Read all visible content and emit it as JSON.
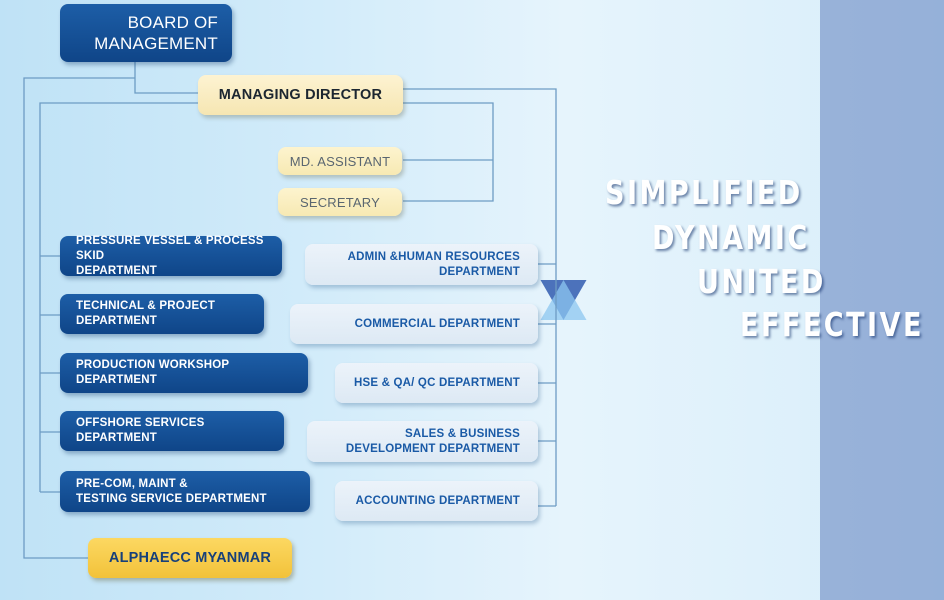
{
  "board": "BOARD OF\nMANAGEMENT",
  "managing_director": "MANAGING DIRECTOR",
  "assistants": [
    "MD. ASSISTANT",
    "SECRETARY"
  ],
  "left_departments": [
    "PRESSURE VESSEL & PROCESS SKID\nDEPARTMENT",
    "TECHNICAL & PROJECT\nDEPARTMENT",
    "PRODUCTION WORKSHOP DEPARTMENT",
    "OFFSHORE SERVICES DEPARTMENT",
    "PRE-COM, MAINT &\nTESTING SERVICE DEPARTMENT"
  ],
  "right_departments": [
    "ADMIN &HUMAN RESOURCES\nDEPARTMENT",
    "COMMERCIAL DEPARTMENT",
    "HSE & QA/ QC DEPARTMENT",
    "SALES & BUSINESS\nDEVELOPMENT  DEPARTMENT",
    "ACCOUNTING DEPARTMENT"
  ],
  "subsidiary": "ALPHAECC MYANMAR",
  "slogan": [
    "SIMPLIFIED",
    "DYNAMIC",
    "UNITED",
    "EFFECTIVE"
  ],
  "colors": {
    "dark_blue": "#0f4588",
    "light_box": "#e4eef7",
    "cream": "#f7e9b3",
    "yellow": "#f2c23a",
    "connector": "#6d9cc4"
  }
}
